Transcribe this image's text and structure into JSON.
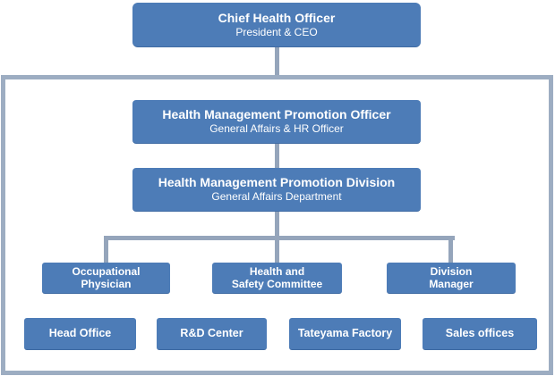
{
  "org": {
    "chief": {
      "title": "Chief Health Officer",
      "subtitle": "President & CEO"
    },
    "promotion_officer": {
      "title": "Health Management Promotion Officer",
      "subtitle": "General Affairs & HR Officer"
    },
    "promotion_division": {
      "title": "Health Management Promotion Division",
      "subtitle": "General Affairs Department"
    },
    "bodies": [
      {
        "line1": "Occupational",
        "line2": "Physician"
      },
      {
        "line1": "Health and",
        "line2": "Safety Committee"
      },
      {
        "line1": "Division",
        "line2": "Manager"
      }
    ],
    "sites": [
      {
        "label": "Head Office"
      },
      {
        "label": "R&D Center"
      },
      {
        "label": "Tateyama Factory"
      },
      {
        "label": "Sales offices"
      }
    ]
  },
  "colors": {
    "node_fill": "#4d7cb7",
    "node_text": "#ffffff",
    "connector": "#95a5bb",
    "frame_border": "#9dadc2",
    "background": "#ffffff"
  }
}
